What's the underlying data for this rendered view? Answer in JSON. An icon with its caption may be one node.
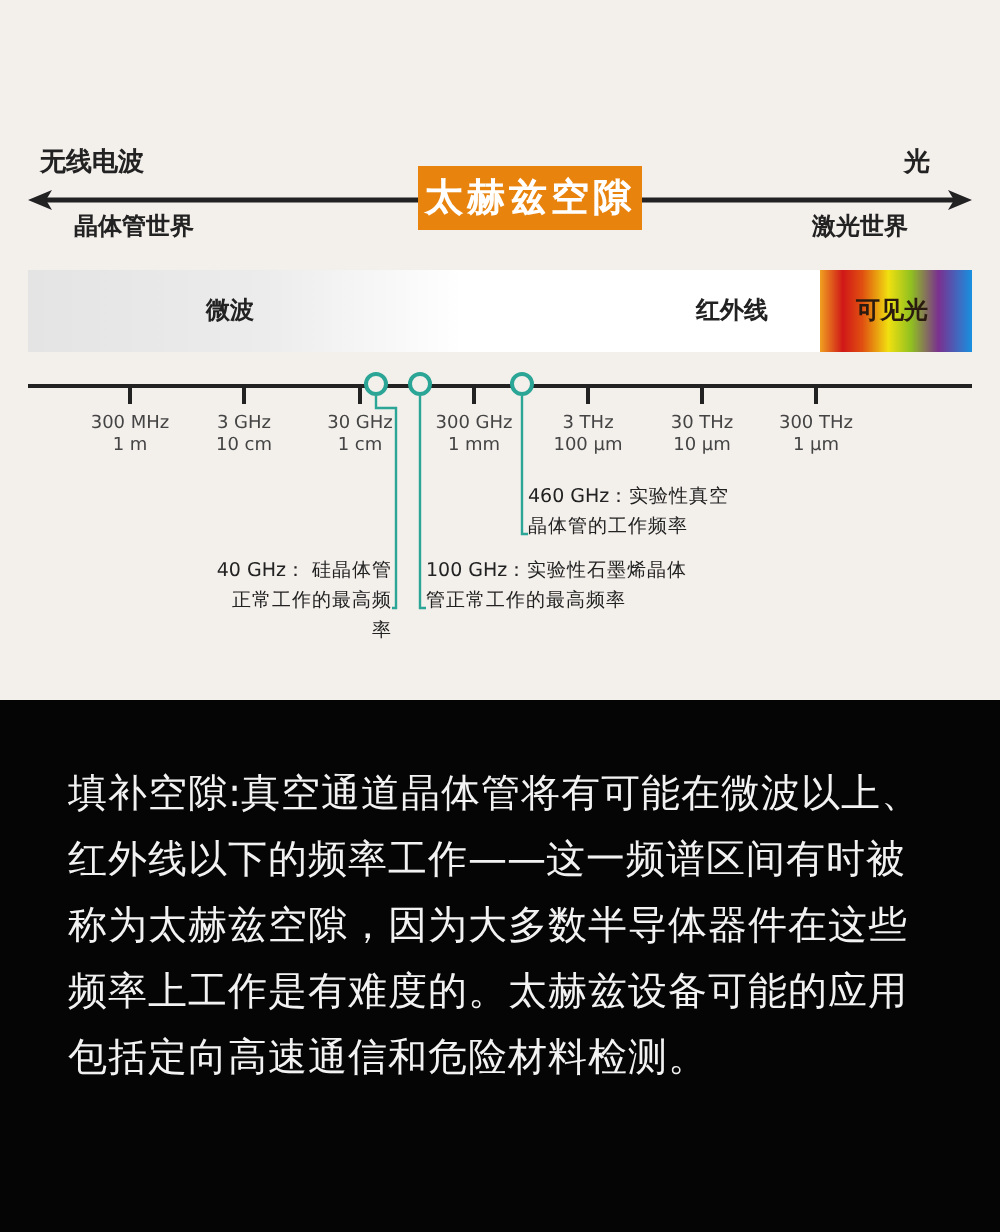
{
  "diagram": {
    "caption": "填补空隙:真空通道晶体管将有可能在微波以上、红外线以下的频率工作——这一频谱区间有时被称为太赫兹空隙，因为大多数半导体器件在这些频率上工作是有难度的。太赫兹设备可能的应用包括定向高速通信和危险材料检测。",
    "nodes": [
      {
        "text": [
          "太赫兹空隙"
        ]
      },
      {
        "text": [],
        "shape": "circle"
      },
      {
        "text": [],
        "shape": "circle"
      },
      {
        "text": [],
        "shape": "circle"
      },
      {
        "text": [
          "460 GHz：实验性真空晶体管的工作频率"
        ]
      },
      {
        "text": [
          "40 GHz： 硅晶体管正常工作的最高频率"
        ]
      },
      {
        "text": [
          "100 GHz：实验性石墨烯晶体管正常工作的最高频率"
        ]
      }
    ],
    "edges": [
      {
        "from": 4,
        "to": 3,
        "arrow": "none"
      },
      {
        "from": 5,
        "to": 1,
        "arrow": "none"
      },
      {
        "from": 6,
        "to": 2,
        "arrow": "none"
      }
    ],
    "labels": [
      "无线电波",
      "光",
      "晶体管世界",
      "激光世界",
      "微波",
      "红外线",
      "可见光",
      "300 MHz",
      "1 m",
      "3 GHz",
      "10 cm",
      "30 GHz",
      "1 cm",
      "300 GHz",
      "1 mm",
      "3 THz",
      "100 μm",
      "30 THz",
      "10 μm",
      "300 THz",
      "1 μm"
    ]
  }
}
